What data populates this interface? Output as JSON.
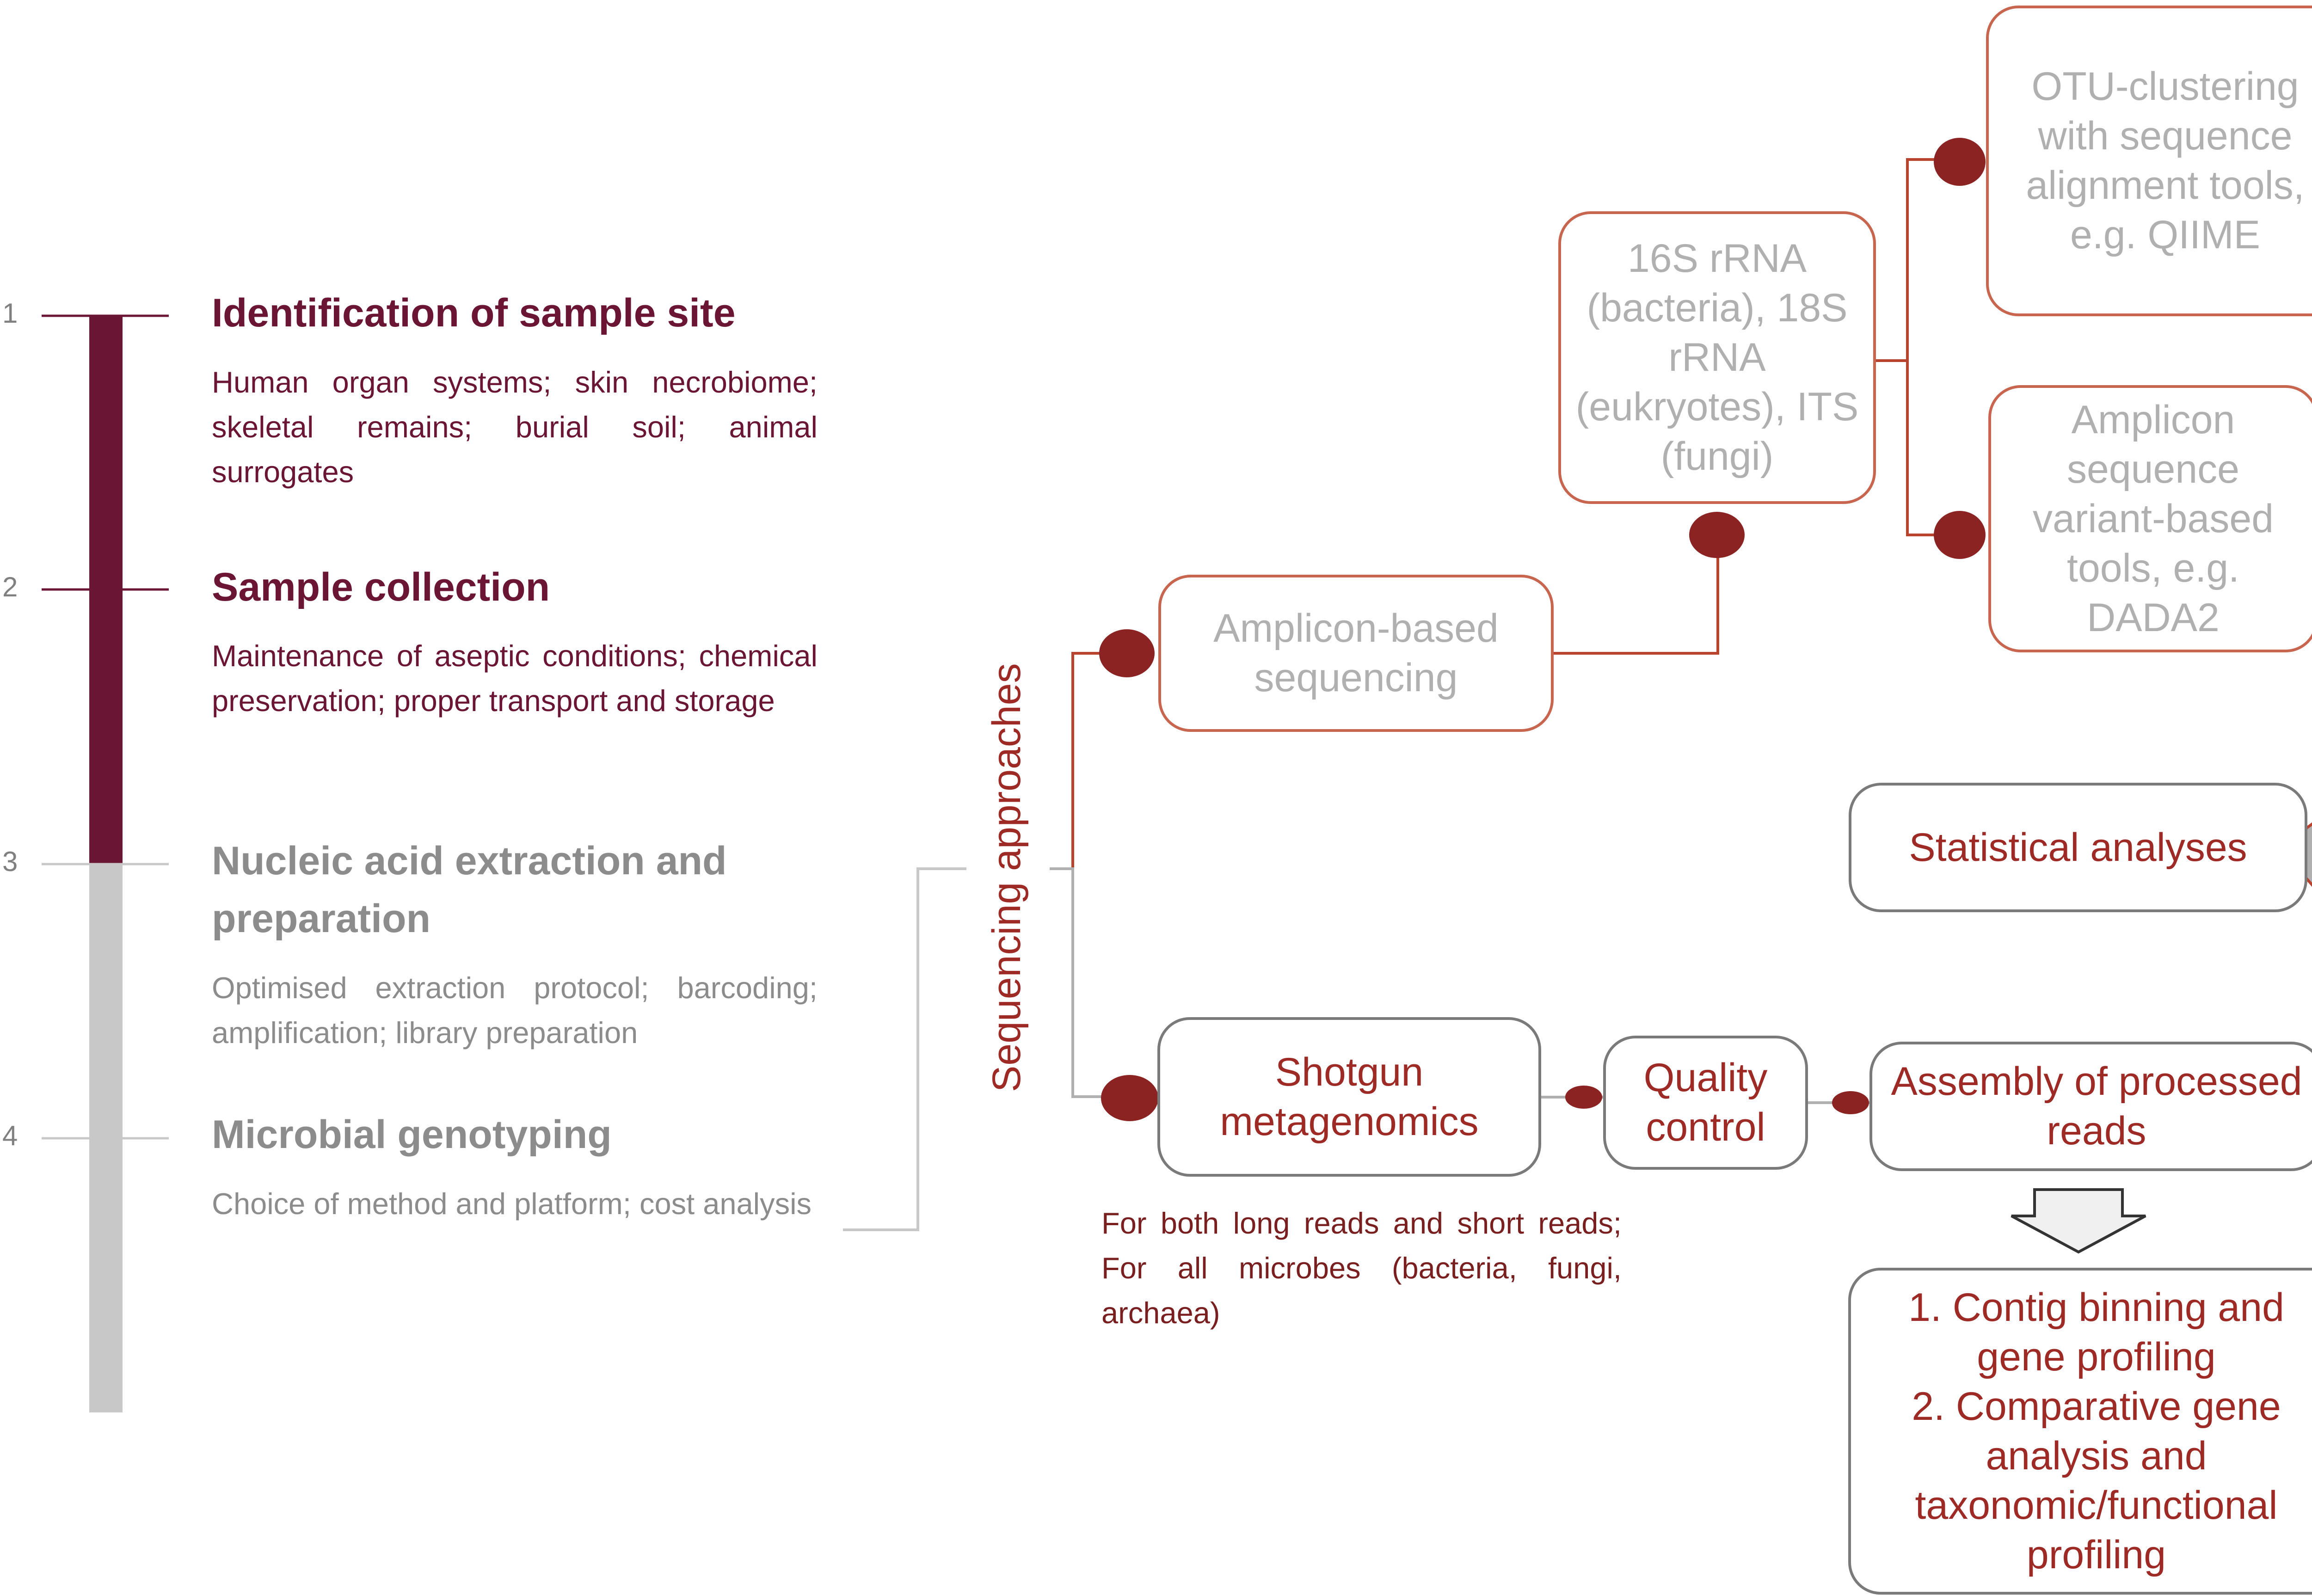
{
  "steps": [
    {
      "number": "1",
      "title": "Identification of sample site",
      "description": "Human organ systems; skin necrobiome; skeletal remains; burial soil; animal surrogates"
    },
    {
      "number": "2",
      "title": "Sample collection",
      "description": "Maintenance of aseptic conditions; chemical preservation; proper transport and storage"
    },
    {
      "number": "3",
      "title": "Nucleic acid extraction and preparation",
      "description": "Optimised extraction protocol; barcoding; amplification; library preparation"
    },
    {
      "number": "4",
      "title": "Microbial genotyping",
      "description": "Choice of method and platform; cost analysis"
    }
  ],
  "branch_label": "Sequencing approaches",
  "boxes": {
    "amplicon": "Amplicon-based sequencing",
    "markers": "16S rRNA (bacteria), 18S rRNA (eukryotes), ITS (fungi)",
    "otu": "OTU-clustering with sequence alignment tools, e.g. QIIME",
    "asv": "Amplicon sequence variant-based tools, e.g. DADA2",
    "stats": "Statistical analyses",
    "shotgun": "Shotgun metagenomics",
    "qc": "Quality control",
    "assembly": "Assembly of processed reads",
    "binning": "1. Contig binning and gene profiling\n2. Comparative gene analysis and taxonomic/functional profiling"
  },
  "shotgun_note": "For both long reads and short reads; For all microbes (bacteria, fungi, archaea)",
  "colors": {
    "dark_maroon": "#6b1535",
    "grey_text": "#8c8c8c",
    "bar_grey": "#c8c8c8",
    "node_red": "#8b2323",
    "box_border_red": "#c8654f",
    "text_red": "#9e2a25"
  }
}
